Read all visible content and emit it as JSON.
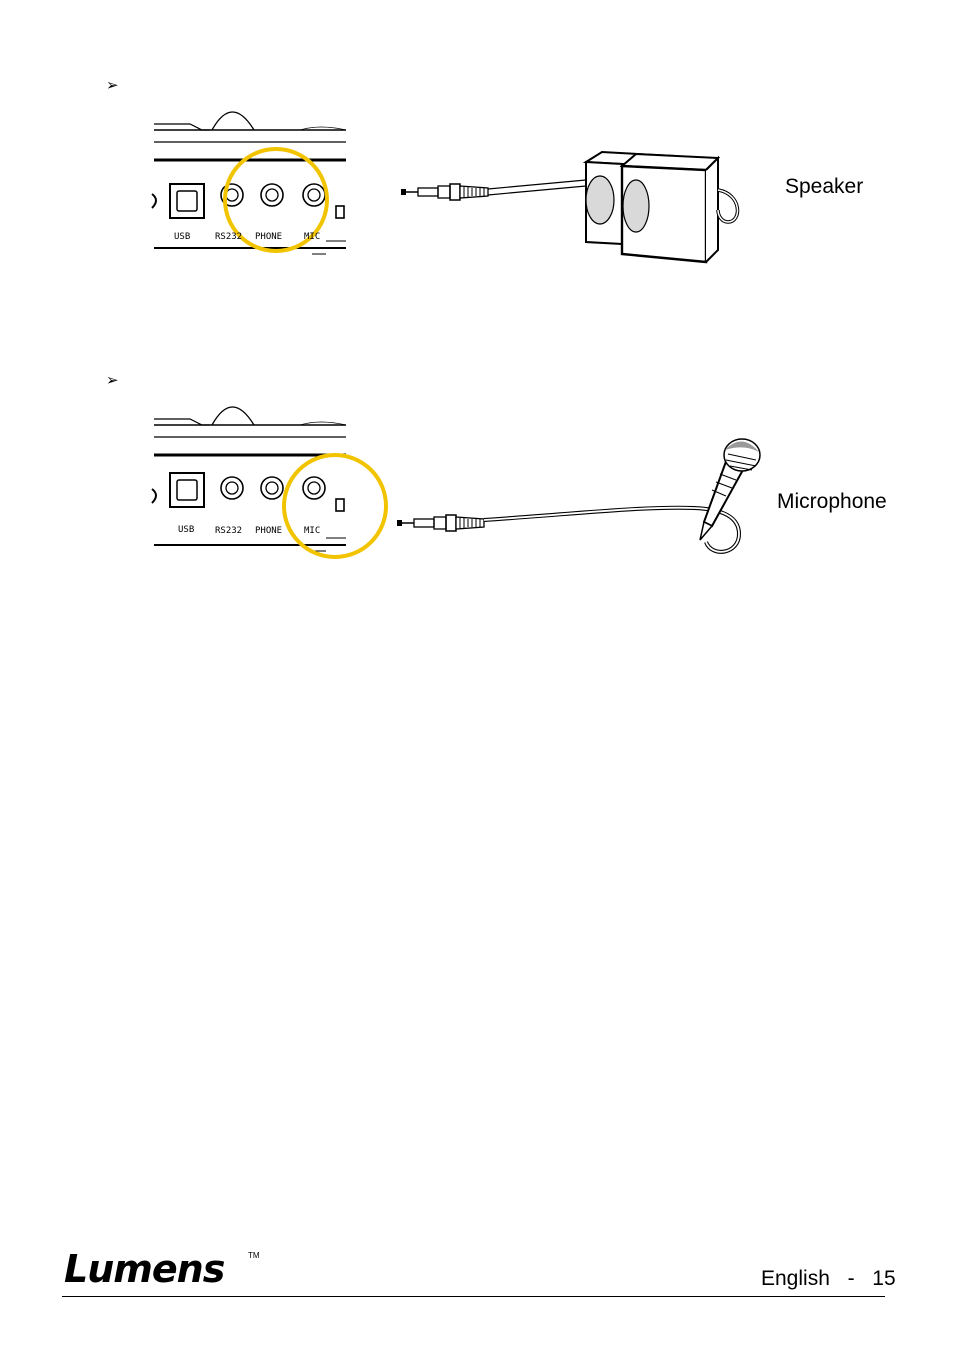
{
  "section1": {
    "bullet": "➢",
    "port_labels": [
      "USB",
      "RS232",
      "PHONE",
      "MIC"
    ],
    "device_label": "Speaker"
  },
  "section2": {
    "bullet": "➢",
    "port_labels": [
      "USB",
      "RS232",
      "PHONE",
      "MIC"
    ],
    "device_label": "Microphone"
  },
  "footer": {
    "logo_text": "Lumens",
    "trademark": "TM",
    "language": "English",
    "separator": "-",
    "page_number": "15"
  },
  "colors": {
    "highlight_ring": "#f2c400",
    "line": "#000000",
    "speaker_cone": "#d9d9d9"
  },
  "icons": [
    "chevron-bullet-icon",
    "audio-jack-plug-icon",
    "speaker-icon",
    "microphone-icon"
  ]
}
